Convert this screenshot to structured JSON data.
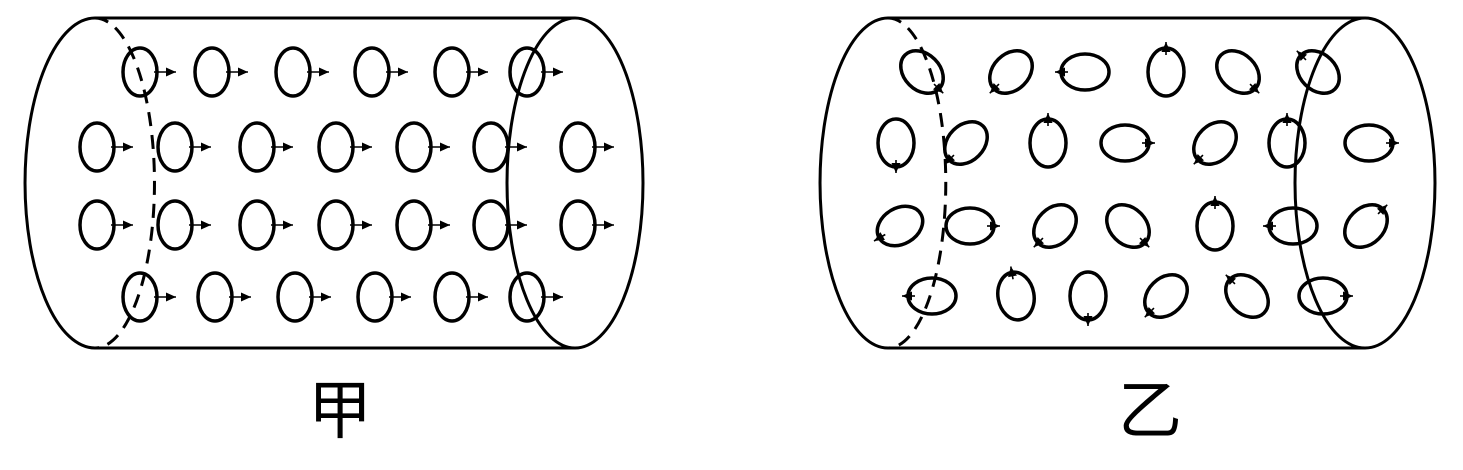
{
  "figures": [
    {
      "label": "甲",
      "arrangement": "aligned",
      "domains": [
        {
          "row": 1,
          "col": 1,
          "dir_deg": 0
        },
        {
          "row": 1,
          "col": 2,
          "dir_deg": 0
        },
        {
          "row": 1,
          "col": 3,
          "dir_deg": 0
        },
        {
          "row": 1,
          "col": 4,
          "dir_deg": 0
        },
        {
          "row": 1,
          "col": 5,
          "dir_deg": 0
        },
        {
          "row": 1,
          "col": 6,
          "dir_deg": 0
        },
        {
          "row": 2,
          "col": 1,
          "dir_deg": 0
        },
        {
          "row": 2,
          "col": 2,
          "dir_deg": 0
        },
        {
          "row": 2,
          "col": 3,
          "dir_deg": 0
        },
        {
          "row": 2,
          "col": 4,
          "dir_deg": 0
        },
        {
          "row": 2,
          "col": 5,
          "dir_deg": 0
        },
        {
          "row": 2,
          "col": 6,
          "dir_deg": 0
        },
        {
          "row": 2,
          "col": 7,
          "dir_deg": 0
        },
        {
          "row": 3,
          "col": 1,
          "dir_deg": 0
        },
        {
          "row": 3,
          "col": 2,
          "dir_deg": 0
        },
        {
          "row": 3,
          "col": 3,
          "dir_deg": 0
        },
        {
          "row": 3,
          "col": 4,
          "dir_deg": 0
        },
        {
          "row": 3,
          "col": 5,
          "dir_deg": 0
        },
        {
          "row": 3,
          "col": 6,
          "dir_deg": 0
        },
        {
          "row": 3,
          "col": 7,
          "dir_deg": 0
        },
        {
          "row": 4,
          "col": 1,
          "dir_deg": 0
        },
        {
          "row": 4,
          "col": 2,
          "dir_deg": 0
        },
        {
          "row": 4,
          "col": 3,
          "dir_deg": 0
        },
        {
          "row": 4,
          "col": 4,
          "dir_deg": 0
        },
        {
          "row": 4,
          "col": 5,
          "dir_deg": 0
        },
        {
          "row": 4,
          "col": 6,
          "dir_deg": 0
        }
      ]
    },
    {
      "label": "乙",
      "arrangement": "random",
      "domains": [
        {
          "row": 1,
          "col": 1,
          "dir_deg": -45
        },
        {
          "row": 1,
          "col": 2,
          "dir_deg": -135
        },
        {
          "row": 1,
          "col": 3,
          "dir_deg": 180
        },
        {
          "row": 1,
          "col": 4,
          "dir_deg": 90
        },
        {
          "row": 1,
          "col": 5,
          "dir_deg": -45
        },
        {
          "row": 1,
          "col": 6,
          "dir_deg": 135
        },
        {
          "row": 2,
          "col": 1,
          "dir_deg": -90
        },
        {
          "row": 2,
          "col": 2,
          "dir_deg": -135
        },
        {
          "row": 2,
          "col": 3,
          "dir_deg": 90
        },
        {
          "row": 2,
          "col": 4,
          "dir_deg": 0
        },
        {
          "row": 2,
          "col": 5,
          "dir_deg": -135
        },
        {
          "row": 2,
          "col": 6,
          "dir_deg": 90
        },
        {
          "row": 2,
          "col": 7,
          "dir_deg": 0
        },
        {
          "row": 3,
          "col": 1,
          "dir_deg": -150
        },
        {
          "row": 3,
          "col": 2,
          "dir_deg": 0
        },
        {
          "row": 3,
          "col": 3,
          "dir_deg": -135
        },
        {
          "row": 3,
          "col": 4,
          "dir_deg": -45
        },
        {
          "row": 3,
          "col": 5,
          "dir_deg": 90
        },
        {
          "row": 3,
          "col": 6,
          "dir_deg": 180
        },
        {
          "row": 3,
          "col": 7,
          "dir_deg": 45
        },
        {
          "row": 4,
          "col": 1,
          "dir_deg": 180
        },
        {
          "row": 4,
          "col": 2,
          "dir_deg": 100
        },
        {
          "row": 4,
          "col": 3,
          "dir_deg": -90
        },
        {
          "row": 4,
          "col": 4,
          "dir_deg": -135
        },
        {
          "row": 4,
          "col": 5,
          "dir_deg": 135
        },
        {
          "row": 4,
          "col": 6,
          "dir_deg": 0
        }
      ]
    }
  ]
}
